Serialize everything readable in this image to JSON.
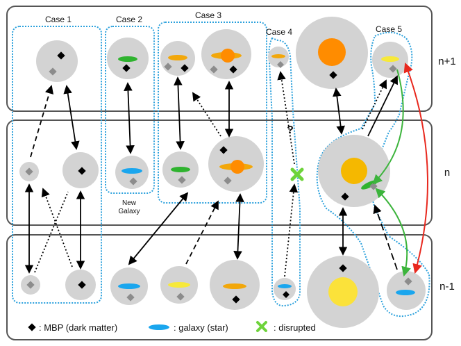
{
  "cases": [
    {
      "label": "Case 1"
    },
    {
      "label": "Case 2"
    },
    {
      "label": "Case 3"
    },
    {
      "label": "Case 4"
    },
    {
      "label": "Case 5"
    }
  ],
  "rows": {
    "top": "n+1",
    "middle": "n",
    "bottom": "n-1"
  },
  "annotations": {
    "new_galaxy_line1": "New",
    "new_galaxy_line2": "Galaxy",
    "question": "?"
  },
  "legend": {
    "mbp": ": MBP (dark matter)",
    "galaxy": ": galaxy (star)",
    "disrupted": ": disrupted"
  },
  "colors": {
    "halo": "#d3d3d3",
    "frame": "#555555",
    "dotted_outline": "#2aa0dc",
    "mbp": "#000000",
    "subhalo_mbp": "#8c8c8c",
    "galaxy_blue": "#1aa6ee",
    "galaxy_green": "#2fb32f",
    "galaxy_orange": "#f2a70a",
    "galaxy_yellow": "#f7e93a",
    "bulge_orange": "#ff8c00",
    "bulge_amber": "#f5b800",
    "bulge_yellow": "#fbe23a",
    "disrupted": "#6ed33b",
    "red_arrow": "#e8281e",
    "green_arrow": "#3cb43c"
  }
}
